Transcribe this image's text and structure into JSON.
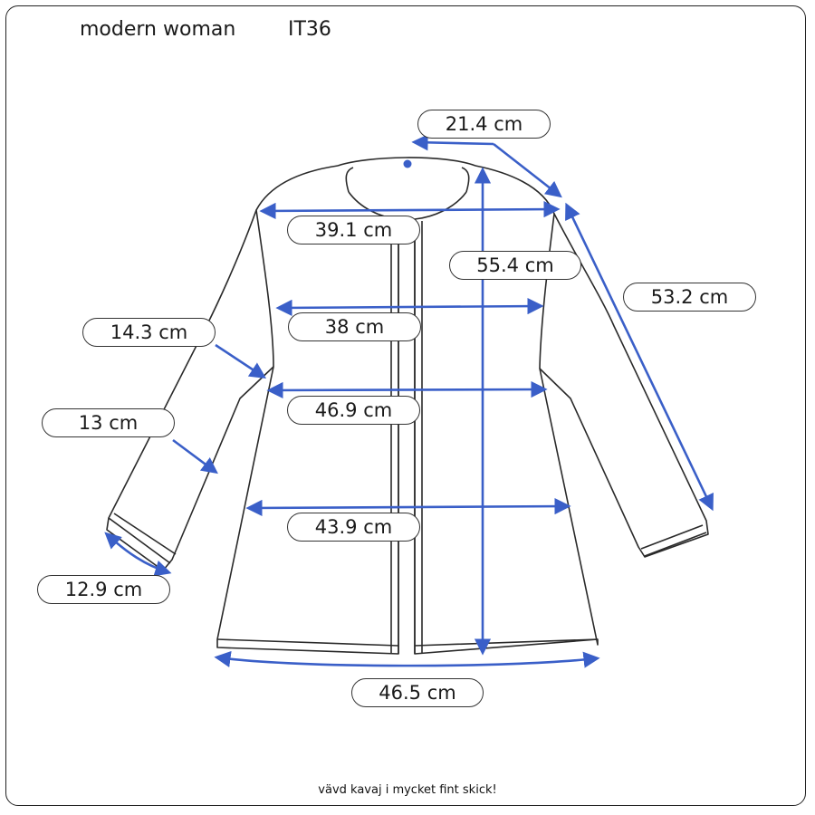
{
  "header": {
    "brand": "modern woman",
    "size": "IT36"
  },
  "footer": {
    "note": "vävd kavaj i mycket fint skick!"
  },
  "colors": {
    "measure_line": "#3a5fc8",
    "outline": "#2a2a2a"
  },
  "measurements": {
    "shoulder_width": "21.4 cm",
    "chest_width": "39.1 cm",
    "length": "55.4 cm",
    "sleeve_length": "53.2 cm",
    "waist_width": "38 cm",
    "upper_arm": "14.3 cm",
    "hip_width": "46.9 cm",
    "forearm": "13 cm",
    "lower_width": "43.9 cm",
    "cuff_width": "12.9 cm",
    "hem_width": "46.5 cm"
  }
}
